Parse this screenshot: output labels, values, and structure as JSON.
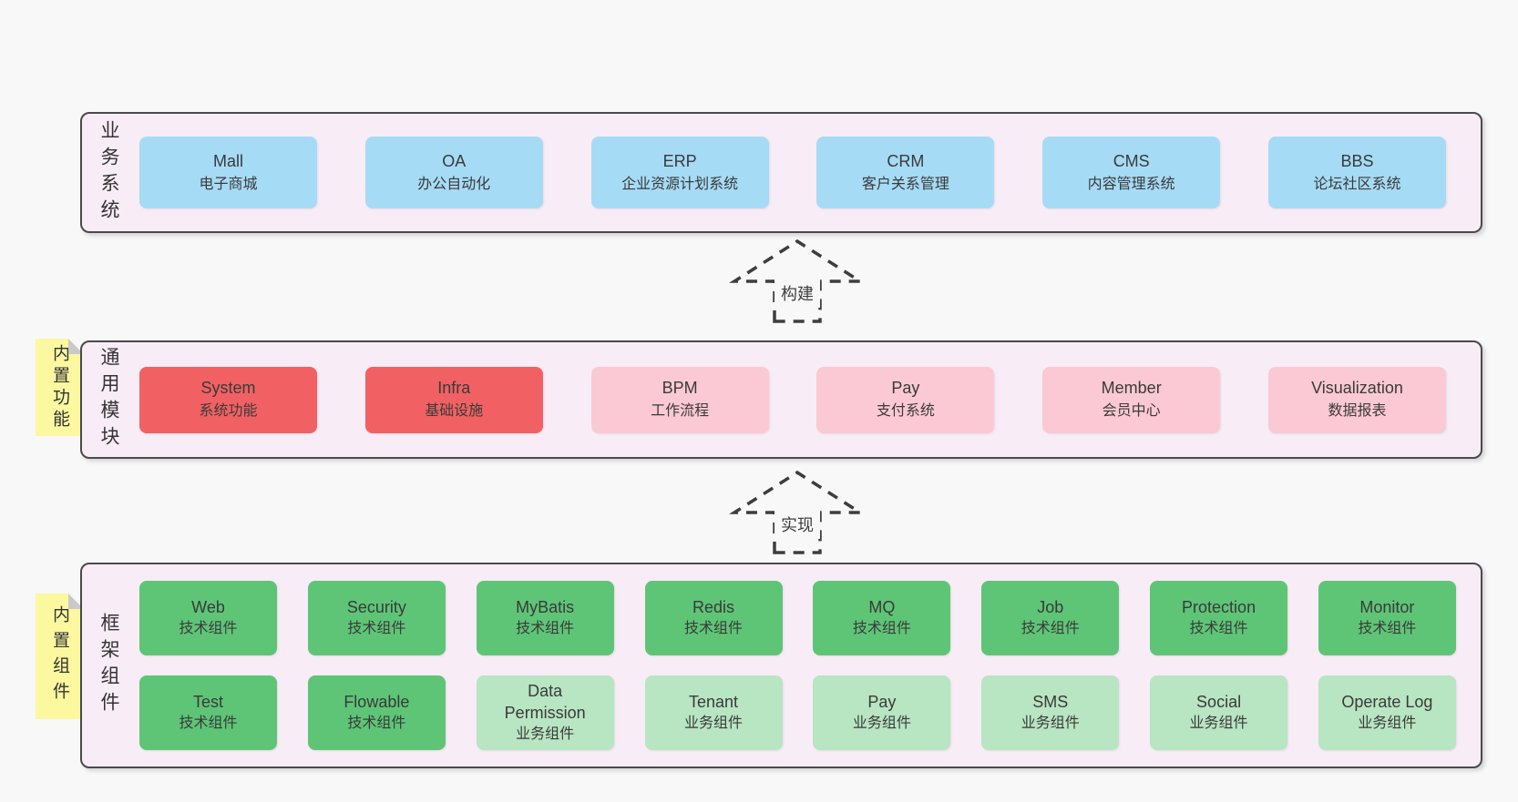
{
  "colors": {
    "page_bg": "#f8f8f8",
    "panel_bg": "#f8edf6",
    "panel_border": "#4a4a4a",
    "box_blue": "#a6dbf5",
    "box_red": "#f16163",
    "box_pink": "#fac9d3",
    "box_green": "#5ec577",
    "box_light_green": "#b8e5c2",
    "sticky_yellow": "#fbf8a0",
    "text": "#3a3a3a"
  },
  "arrows": [
    {
      "label": "构建"
    },
    {
      "label": "实现"
    }
  ],
  "sections": [
    {
      "label": "业务系统",
      "boxes": [
        {
          "name": "Mall",
          "desc": "电子商城"
        },
        {
          "name": "OA",
          "desc": "办公自动化"
        },
        {
          "name": "ERP",
          "desc": "企业资源计划系统"
        },
        {
          "name": "CRM",
          "desc": "客户关系管理"
        },
        {
          "name": "CMS",
          "desc": "内容管理系统"
        },
        {
          "name": "BBS",
          "desc": "论坛社区系统"
        }
      ]
    },
    {
      "label": "通用模块",
      "sticky": "内置功能",
      "boxes": [
        {
          "name": "System",
          "desc": "系统功能"
        },
        {
          "name": "Infra",
          "desc": "基础设施"
        },
        {
          "name": "BPM",
          "desc": "工作流程"
        },
        {
          "name": "Pay",
          "desc": "支付系统"
        },
        {
          "name": "Member",
          "desc": "会员中心"
        },
        {
          "name": "Visualization",
          "desc": "数据报表"
        }
      ]
    },
    {
      "label": "框架组件",
      "sticky": "内置组件",
      "rows": [
        [
          {
            "name": "Web",
            "desc": "技术组件"
          },
          {
            "name": "Security",
            "desc": "技术组件"
          },
          {
            "name": "MyBatis",
            "desc": "技术组件"
          },
          {
            "name": "Redis",
            "desc": "技术组件"
          },
          {
            "name": "MQ",
            "desc": "技术组件"
          },
          {
            "name": "Job",
            "desc": "技术组件"
          },
          {
            "name": "Protection",
            "desc": "技术组件"
          },
          {
            "name": "Monitor",
            "desc": "技术组件"
          }
        ],
        [
          {
            "name": "Test",
            "desc": "技术组件"
          },
          {
            "name": "Flowable",
            "desc": "技术组件"
          },
          {
            "name": "Data Permission",
            "desc": "业务组件"
          },
          {
            "name": "Tenant",
            "desc": "业务组件"
          },
          {
            "name": "Pay",
            "desc": "业务组件"
          },
          {
            "name": "SMS",
            "desc": "业务组件"
          },
          {
            "name": "Social",
            "desc": "业务组件"
          },
          {
            "name": "Operate Log",
            "desc": "业务组件"
          }
        ]
      ]
    }
  ]
}
